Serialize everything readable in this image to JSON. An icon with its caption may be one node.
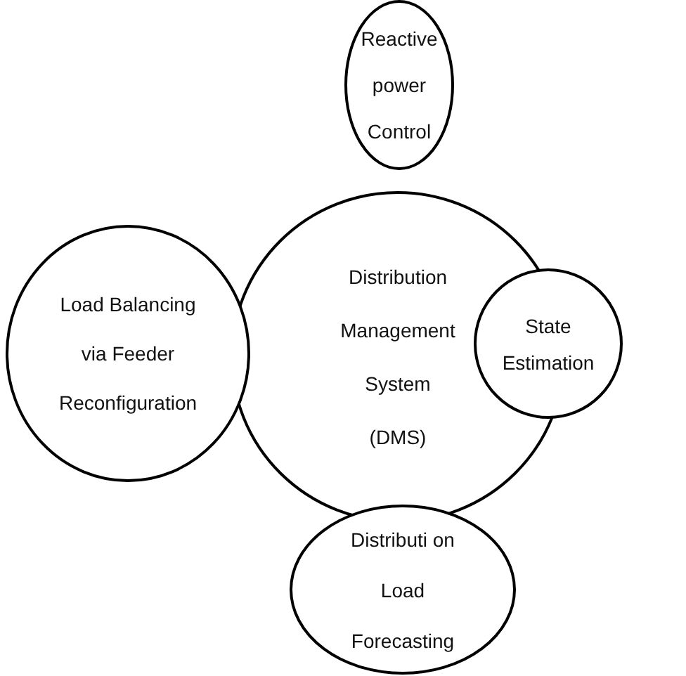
{
  "diagram": {
    "nodes": [
      {
        "text": [
          "Distribution Management System (DMS)"
        ]
      },
      {
        "text": [
          "Reactive power Control"
        ]
      },
      {
        "text": [
          "Load Balancing via Feeder Reconfiguration"
        ]
      },
      {
        "text": [
          "State Estimation"
        ]
      },
      {
        "text": [
          "Distributi on Load Forecasting"
        ]
      }
    ]
  }
}
